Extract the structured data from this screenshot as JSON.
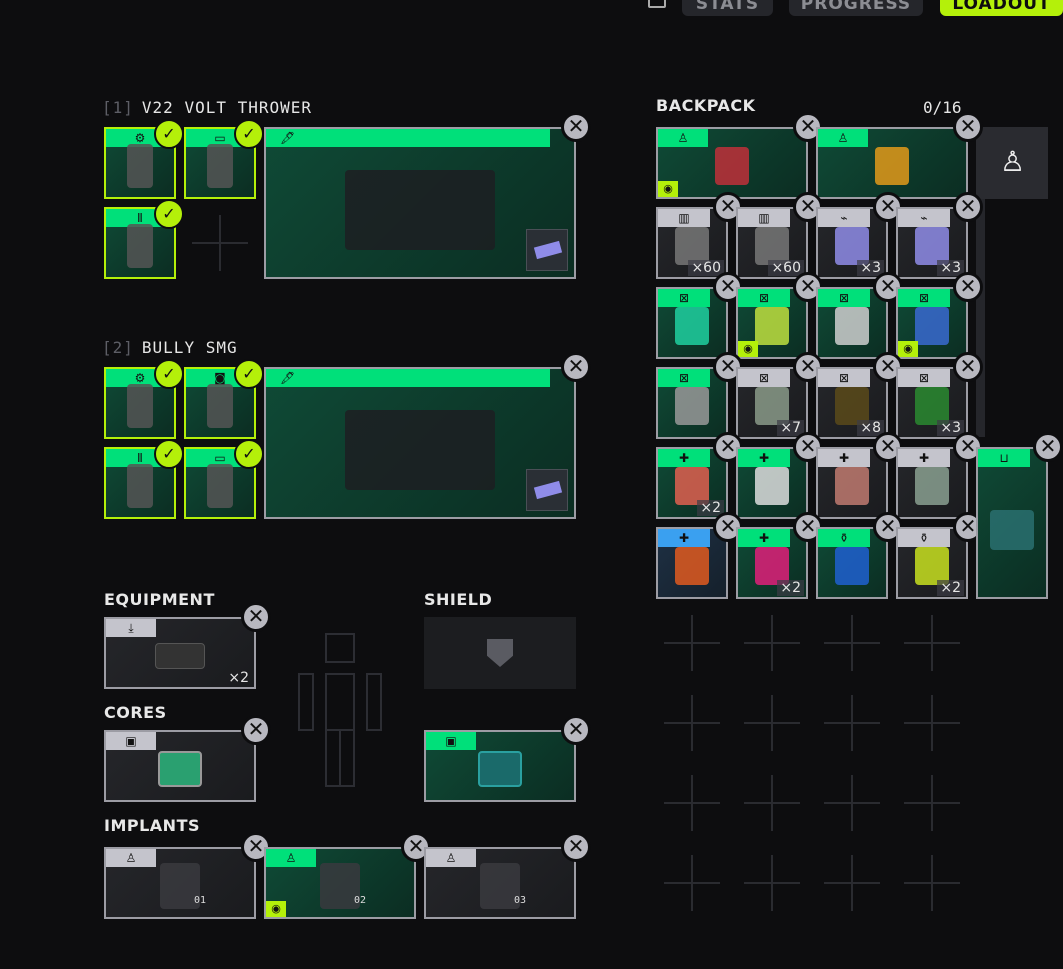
{
  "tabs": [
    {
      "label": "STATS"
    },
    {
      "label": "PROGRESS"
    },
    {
      "label": "LOADOUT",
      "active": true
    }
  ],
  "weapons": [
    {
      "index": "[1]",
      "name": "V22 VOLT THROWER",
      "mods": [
        {
          "icon": "chip-icon",
          "glyph": "⚙"
        },
        {
          "icon": "magazine-icon",
          "glyph": "▭"
        },
        {
          "icon": "barrel-icon",
          "glyph": "Ⅱ"
        }
      ],
      "empty_mod_slots": 1
    },
    {
      "index": "[2]",
      "name": "BULLY SMG",
      "mods": [
        {
          "icon": "chip-icon",
          "glyph": "⚙"
        },
        {
          "icon": "optic-icon",
          "glyph": "◙"
        },
        {
          "icon": "barrel-icon",
          "glyph": "Ⅱ"
        },
        {
          "icon": "magazine-icon",
          "glyph": "▭"
        }
      ],
      "empty_mod_slots": 0
    }
  ],
  "sections": {
    "equipment": "EQUIPMENT",
    "shield": "SHIELD",
    "cores": "CORES",
    "implants": "IMPLANTS",
    "backpack": "BACKPACK"
  },
  "equipment": {
    "count": "×2",
    "icon": "download-icon",
    "glyph": "⤓"
  },
  "implants": [
    {
      "rarity": "gray",
      "eye": false,
      "label": "01"
    },
    {
      "rarity": "green",
      "eye": true,
      "label": "02"
    },
    {
      "rarity": "gray",
      "eye": false,
      "label": "03"
    }
  ],
  "backpack": {
    "capacity": "0/16",
    "items": [
      {
        "rarity": "green",
        "glyph": "♙",
        "eye": true,
        "color": "#c0303a",
        "wide": true
      },
      {
        "rarity": "green",
        "glyph": "♙",
        "eye": false,
        "color": "#e39a1a",
        "wide": true
      },
      {
        "rarity": "gray",
        "glyph": "▥",
        "count": "×60",
        "color": "#777"
      },
      {
        "rarity": "gray",
        "glyph": "▥",
        "count": "×60",
        "color": "#777"
      },
      {
        "rarity": "gray",
        "glyph": "⌁",
        "count": "×3",
        "color": "#8f8ce8"
      },
      {
        "rarity": "gray",
        "glyph": "⌁",
        "count": "×3",
        "color": "#8f8ce8"
      },
      {
        "rarity": "green",
        "glyph": "⊠",
        "color": "#20d0a0"
      },
      {
        "rarity": "green",
        "glyph": "⊠",
        "eye": true,
        "color": "#c0e040"
      },
      {
        "rarity": "green",
        "glyph": "⊠",
        "color": "#cfcfcf"
      },
      {
        "rarity": "green",
        "glyph": "⊠",
        "eye": true,
        "color": "#3a6ad0"
      },
      {
        "rarity": "green",
        "glyph": "⊠",
        "color": "#999"
      },
      {
        "rarity": "gray",
        "glyph": "⊠",
        "count": "×7",
        "color": "#8a9a88"
      },
      {
        "rarity": "gray",
        "glyph": "⊠",
        "count": "×8",
        "color": "#5a4a1a"
      },
      {
        "rarity": "gray",
        "glyph": "⊠",
        "count": "×3",
        "color": "#2a8a30"
      },
      {
        "rarity": "green",
        "glyph": "✚",
        "count": "×2",
        "color": "#e06050"
      },
      {
        "rarity": "green",
        "glyph": "✚",
        "color": "#ddd"
      },
      {
        "rarity": "gray",
        "glyph": "✚",
        "color": "#c07a70"
      },
      {
        "rarity": "gray",
        "glyph": "✚",
        "color": "#8aa090"
      },
      {
        "rarity": "blue",
        "glyph": "✚",
        "color": "#e05a20"
      },
      {
        "rarity": "green",
        "glyph": "✚",
        "count": "×2",
        "color": "#e0207a"
      },
      {
        "rarity": "green",
        "glyph": "⚱",
        "color": "#2060d0"
      },
      {
        "rarity": "gray",
        "glyph": "⚱",
        "count": "×2",
        "color": "#c8e020"
      }
    ],
    "tall_item": {
      "rarity": "green",
      "glyph": "⊔",
      "color": "#2a7070"
    }
  },
  "colors": {
    "accent": "#b4f00a",
    "rarity_green": "#00e07a",
    "rarity_blue": "#3aa0f0"
  }
}
